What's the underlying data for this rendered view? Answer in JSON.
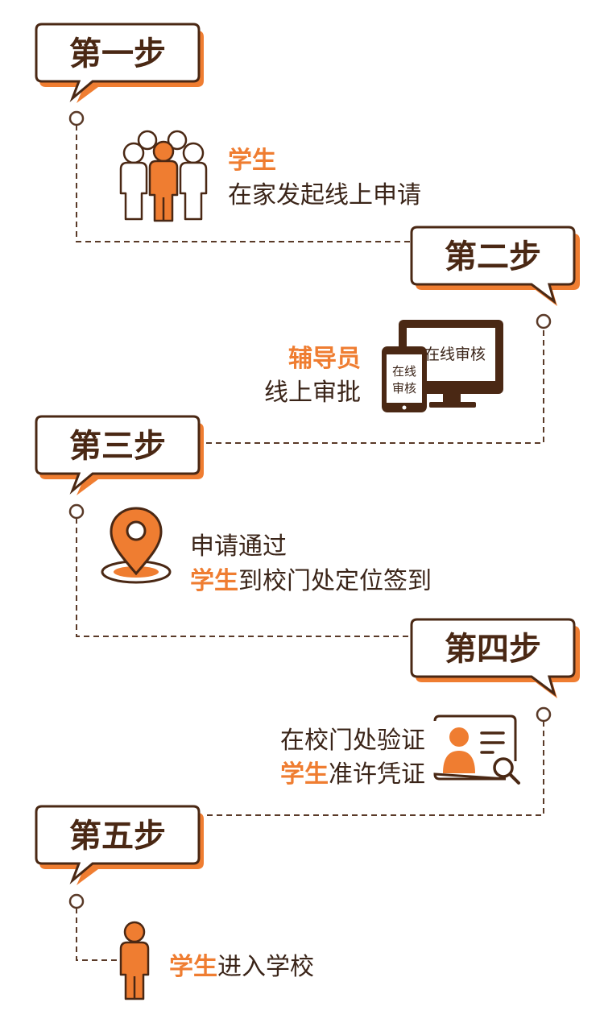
{
  "steps": [
    {
      "label": "第一步",
      "highlight": "学生",
      "text": "在家发起线上申请"
    },
    {
      "label": "第二步",
      "highlight": "辅导员",
      "text": "线上审批"
    },
    {
      "label": "第三步",
      "line1": "申请通过",
      "highlight": "学生",
      "rest": "到校门处定位签到"
    },
    {
      "label": "第四步",
      "line1": "在校门处验证",
      "highlight": "学生",
      "rest": "准许凭证"
    },
    {
      "label": "第五步",
      "highlight": "学生",
      "rest": "进入学校"
    }
  ],
  "icons": {
    "monitor_text": "在线审核",
    "phone_text_1": "在线",
    "phone_text_2": "审核"
  },
  "colors": {
    "accent": "#ef7d31",
    "dark": "#4a2814",
    "line": "#5a3a28"
  }
}
